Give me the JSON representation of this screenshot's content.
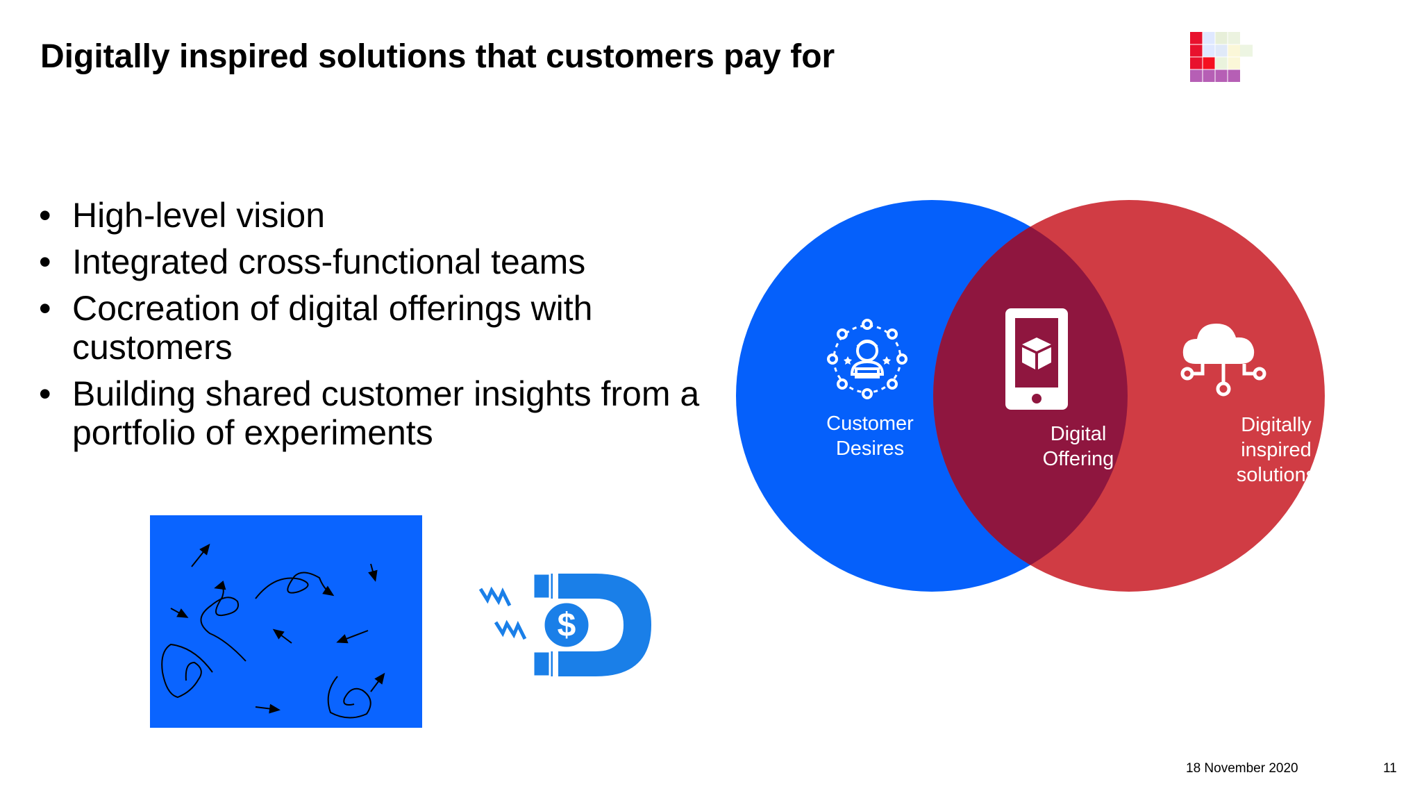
{
  "slide": {
    "title": "Digitally inspired solutions that customers pay for",
    "bullets": [
      {
        "marker": "•",
        "text": "High-level vision"
      },
      {
        "marker": "•",
        "text": "Integrated cross-functional teams"
      },
      {
        "marker": "•",
        "text": "Cocreation of digital offerings with customers"
      },
      {
        "marker": "•",
        "text": "Building shared customer insights from a portfolio of experiments"
      }
    ],
    "venn": {
      "left": {
        "line1": "Customer",
        "line2": "Desires",
        "icon": "customer-network-icon",
        "color": "#0560fb"
      },
      "center": {
        "line1": "Digital",
        "line2": "Offering",
        "icon": "smartphone-box-icon",
        "color": "#8f163f"
      },
      "right": {
        "line1": "Digitally",
        "line2": "inspired",
        "line3": "solutions",
        "icon": "cloud-network-icon",
        "color": "#d03c44"
      }
    },
    "illustrations": {
      "chaos": {
        "icon": "scattered-arrows-icon",
        "color": "#0a64ff"
      },
      "magnet": {
        "icon": "money-magnet-icon",
        "color": "#1a7fe8"
      }
    },
    "logo": {
      "icon": "colored-blocks-logo"
    },
    "footer": {
      "date": "18 November 2020",
      "page": "11"
    }
  }
}
